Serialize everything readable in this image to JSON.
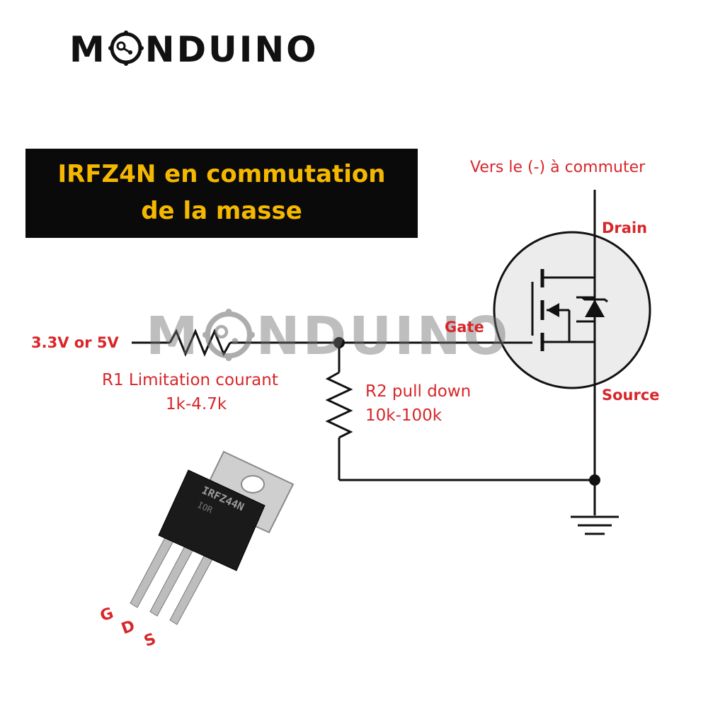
{
  "logo": {
    "prefix": "M",
    "suffix": "NDUINO"
  },
  "watermark": {
    "prefix": "M",
    "suffix": "NDUINO"
  },
  "title": {
    "line1": "IRFZ4N en commutation",
    "line2": "de la masse"
  },
  "labels": {
    "top": "Vers le (-) à commuter",
    "drain": "Drain",
    "gate": "Gate",
    "source": "Source",
    "input": "3.3V or 5V",
    "r1_line1": "R1 Limitation courant",
    "r1_line2": "1k-4.7k",
    "r2_line1": "R2 pull down",
    "r2_line2": "10k-100k"
  },
  "component": {
    "marking_line1": "IRFZ44N",
    "marking_line2": "IOR",
    "pins": [
      "G",
      "D",
      "S"
    ]
  },
  "colors": {
    "label_red": "#d8262a",
    "title_yellow": "#f5b800",
    "title_bg": "#0a0a0a",
    "wire": "#111111"
  }
}
